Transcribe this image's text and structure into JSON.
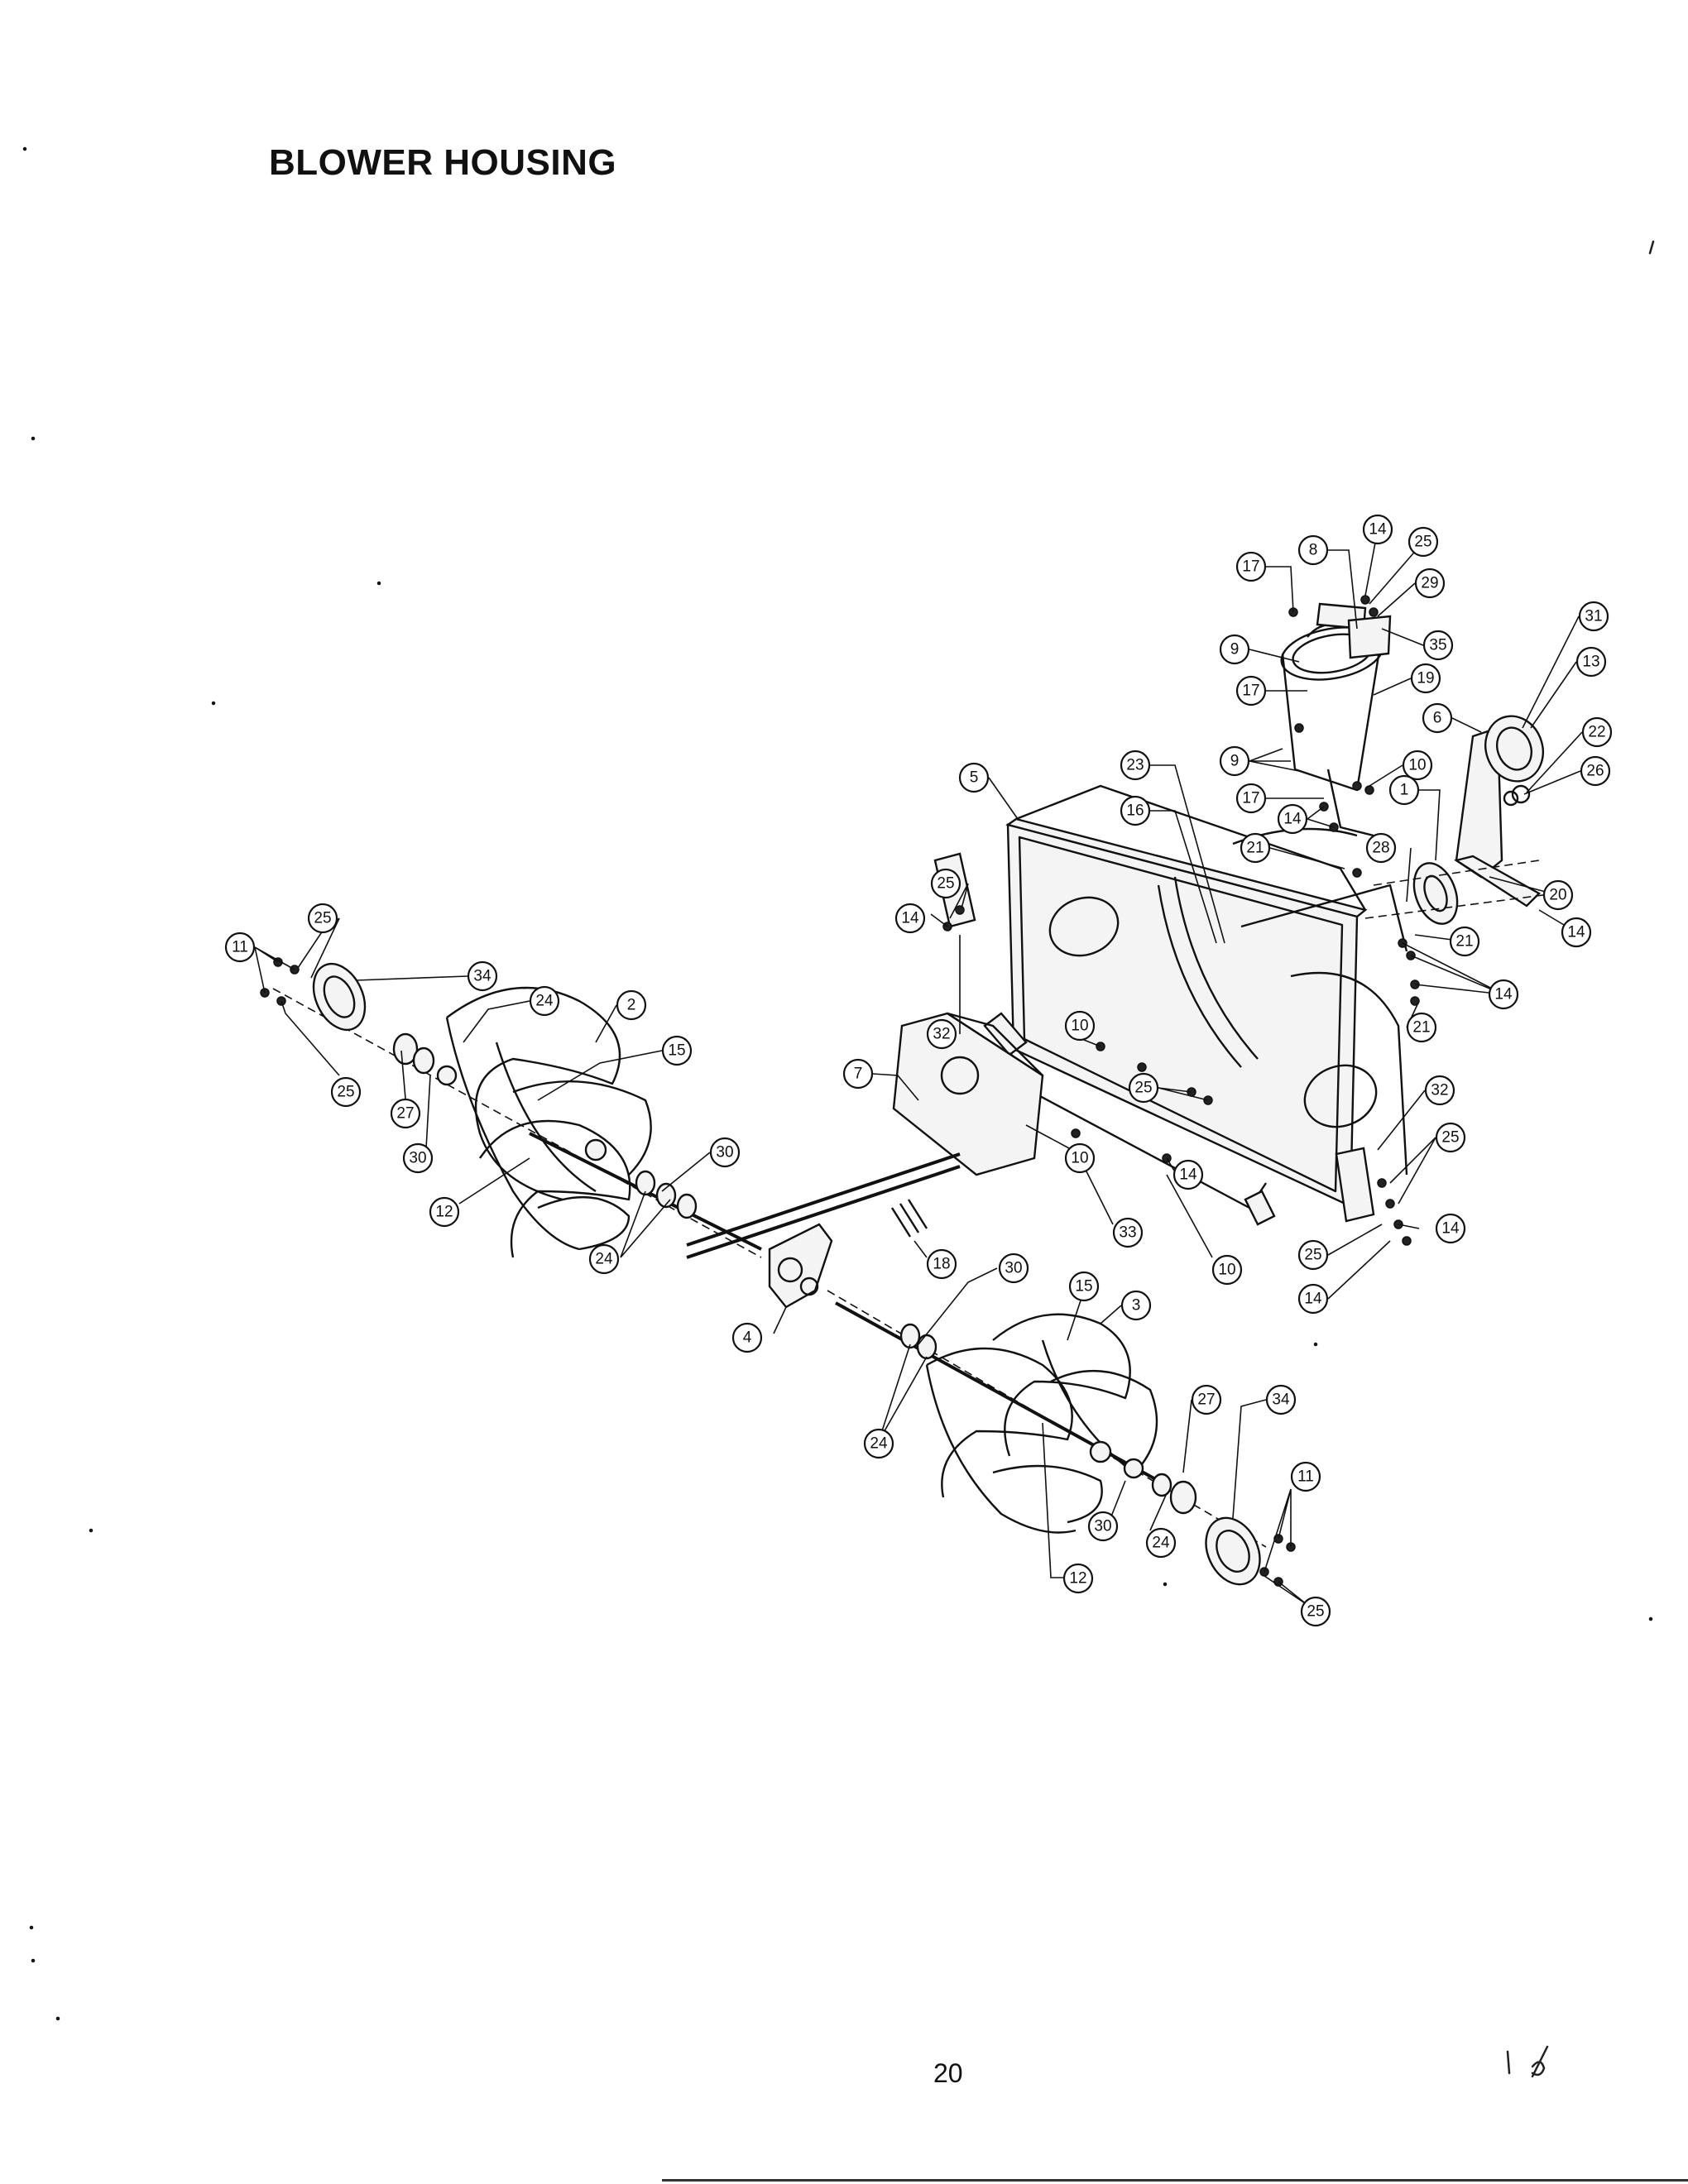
{
  "header": {
    "title": "BLOWER HOUSING"
  },
  "footer": {
    "page_number": "20"
  },
  "callouts": [
    {
      "label": "14"
    },
    {
      "label": "25"
    },
    {
      "label": "8"
    },
    {
      "label": "17"
    },
    {
      "label": "29"
    },
    {
      "label": "31"
    },
    {
      "label": "35"
    },
    {
      "label": "9"
    },
    {
      "label": "13"
    },
    {
      "label": "19"
    },
    {
      "label": "17"
    },
    {
      "label": "6"
    },
    {
      "label": "22"
    },
    {
      "label": "9"
    },
    {
      "label": "10"
    },
    {
      "label": "26"
    },
    {
      "label": "5"
    },
    {
      "label": "23"
    },
    {
      "label": "17"
    },
    {
      "label": "16"
    },
    {
      "label": "14"
    },
    {
      "label": "21"
    },
    {
      "label": "1"
    },
    {
      "label": "28"
    },
    {
      "label": "20"
    },
    {
      "label": "14"
    },
    {
      "label": "25"
    },
    {
      "label": "14"
    },
    {
      "label": "21"
    },
    {
      "label": "14"
    },
    {
      "label": "25"
    },
    {
      "label": "11"
    },
    {
      "label": "32"
    },
    {
      "label": "21"
    },
    {
      "label": "34"
    },
    {
      "label": "24"
    },
    {
      "label": "2"
    },
    {
      "label": "10"
    },
    {
      "label": "15"
    },
    {
      "label": "7"
    },
    {
      "label": "25"
    },
    {
      "label": "32"
    },
    {
      "label": "25"
    },
    {
      "label": "14"
    },
    {
      "label": "25"
    },
    {
      "label": "27"
    },
    {
      "label": "30"
    },
    {
      "label": "10"
    },
    {
      "label": "30"
    },
    {
      "label": "14"
    },
    {
      "label": "12"
    },
    {
      "label": "33"
    },
    {
      "label": "18"
    },
    {
      "label": "10"
    },
    {
      "label": "25"
    },
    {
      "label": "24"
    },
    {
      "label": "14"
    },
    {
      "label": "30"
    },
    {
      "label": "15"
    },
    {
      "label": "3"
    },
    {
      "label": "4"
    },
    {
      "label": "27"
    },
    {
      "label": "34"
    },
    {
      "label": "24"
    },
    {
      "label": "11"
    },
    {
      "label": "30"
    },
    {
      "label": "24"
    },
    {
      "label": "12"
    },
    {
      "label": "25"
    }
  ]
}
